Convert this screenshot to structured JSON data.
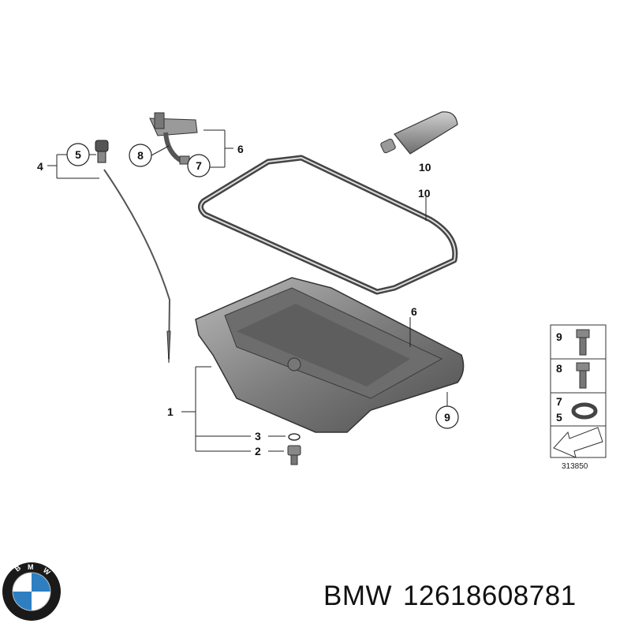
{
  "callouts": {
    "c1": "1",
    "c2": "2",
    "c3": "3",
    "c4": "4",
    "c5": "5",
    "c6a": "6",
    "c6b": "6",
    "c7": "7",
    "c8": "8",
    "c9": "9",
    "c10a": "10",
    "c10b": "10"
  },
  "legend": {
    "rows": [
      {
        "labels": [
          "9"
        ]
      },
      {
        "labels": [
          "8"
        ]
      },
      {
        "labels": [
          "7",
          "5"
        ]
      }
    ],
    "reference_number": "313850"
  },
  "caption": {
    "brand": "BMW",
    "part_number": "12618608781"
  },
  "logo": {
    "letters": [
      "B",
      "M",
      "W"
    ]
  },
  "colors": {
    "line": "#222222",
    "pan_fill": "#8c8c8c",
    "pan_dark": "#5a5a5a",
    "gasket": "#444444",
    "logo_blue": "#2d7fc1"
  }
}
